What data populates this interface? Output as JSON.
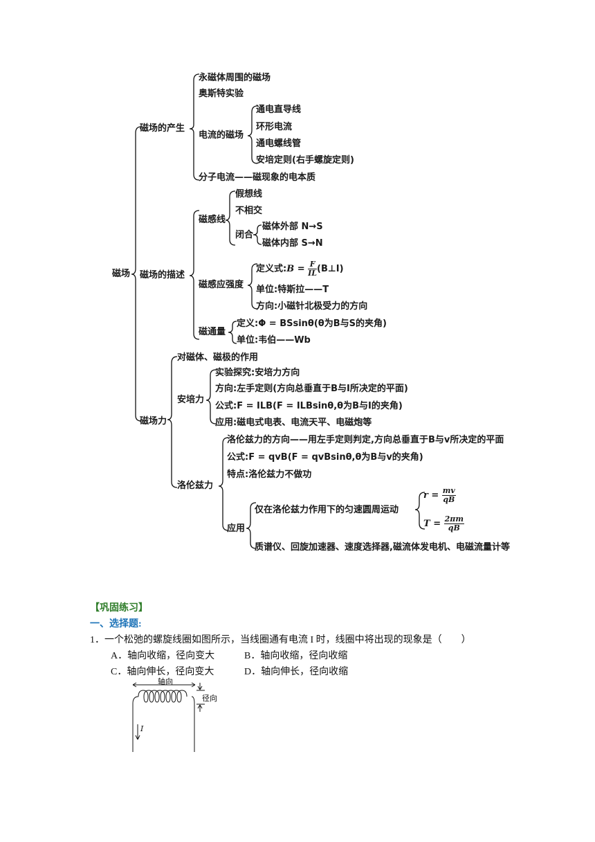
{
  "map": {
    "root": "磁场",
    "produce": {
      "label": "磁场的产生",
      "i1": "永磁体周围的磁场",
      "i2": "奥斯特实验",
      "current_label": "电流的磁场",
      "c1": "通电直导线",
      "c2": "环形电流",
      "c3": "通电螺线管",
      "c4": "安培定则(右手螺旋定则)",
      "i4": "分子电流——磁现象的电本质"
    },
    "describe": {
      "label": "磁场的描述",
      "lines_label": "磁感线",
      "l1": "假想线",
      "l2": "不相交",
      "closed_label": "闭合",
      "cl1": "磁体外部 N→S",
      "cl2": "磁体内部 S→N",
      "intensity_label": "磁感应强度",
      "def_prefix": "定义式:",
      "def_B": "B",
      "def_eq": " = ",
      "def_num": "F",
      "def_den": "IL",
      "def_cond": "(B⊥I)",
      "unit": "单位:特斯拉——T",
      "direction": "方向:小磁针北极受力的方向",
      "flux_label": "磁通量",
      "flux_def": "定义:Φ = BSsinθ(θ为B与S的夹角)",
      "flux_unit": "单位:韦伯——Wb"
    },
    "force": {
      "label": "磁场力",
      "f1": "对磁体、磁极的作用",
      "ampere_label": "安培力",
      "a1": "实验探究:安培力方向",
      "a2": "方向:左手定则(方向总垂直于B与I所决定的平面)",
      "a3": "公式:F = ILB(F = ILBsinθ,θ为B与I的夹角)",
      "a4": "应用:磁电式电表、电流天平、电磁炮等",
      "lorentz_label": "洛伦兹力",
      "lz1": "洛伦兹力的方向——用左手定则判定,方向总垂直于B与v所决定的平面",
      "lz2": "公式:F = qvB(F = qvBsinθ,θ为B与v的夹角)",
      "lz3": "特点:洛伦兹力不做功",
      "app_label": "应用",
      "app1": "仅在洛伦兹力作用下的匀速圆周运动",
      "r_lhs": "r = ",
      "r_num": "mv",
      "r_den": "qB",
      "t_lhs": "T = ",
      "t_num": "2πm",
      "t_den": "qB",
      "app2": "质谱仪、回旋加速器、速度选择器,磁流体发电机、电磁流量计等"
    }
  },
  "practice": {
    "heading": "【巩固练习】",
    "section": "一、选择题:",
    "q1": "1．一个松弛的螺旋线圈如图所示，当线圈通有电流 I 时，线圈中将出现的现象是（　　）",
    "optA": "A．轴向收缩，径向变大",
    "optB": "B．轴向收缩，径向收缩",
    "optC": "C．轴向伸长，径向变大",
    "optD": "D．轴向伸长，径向收缩",
    "fig_axial": "轴向",
    "fig_radial": "径向",
    "fig_current": "I"
  }
}
